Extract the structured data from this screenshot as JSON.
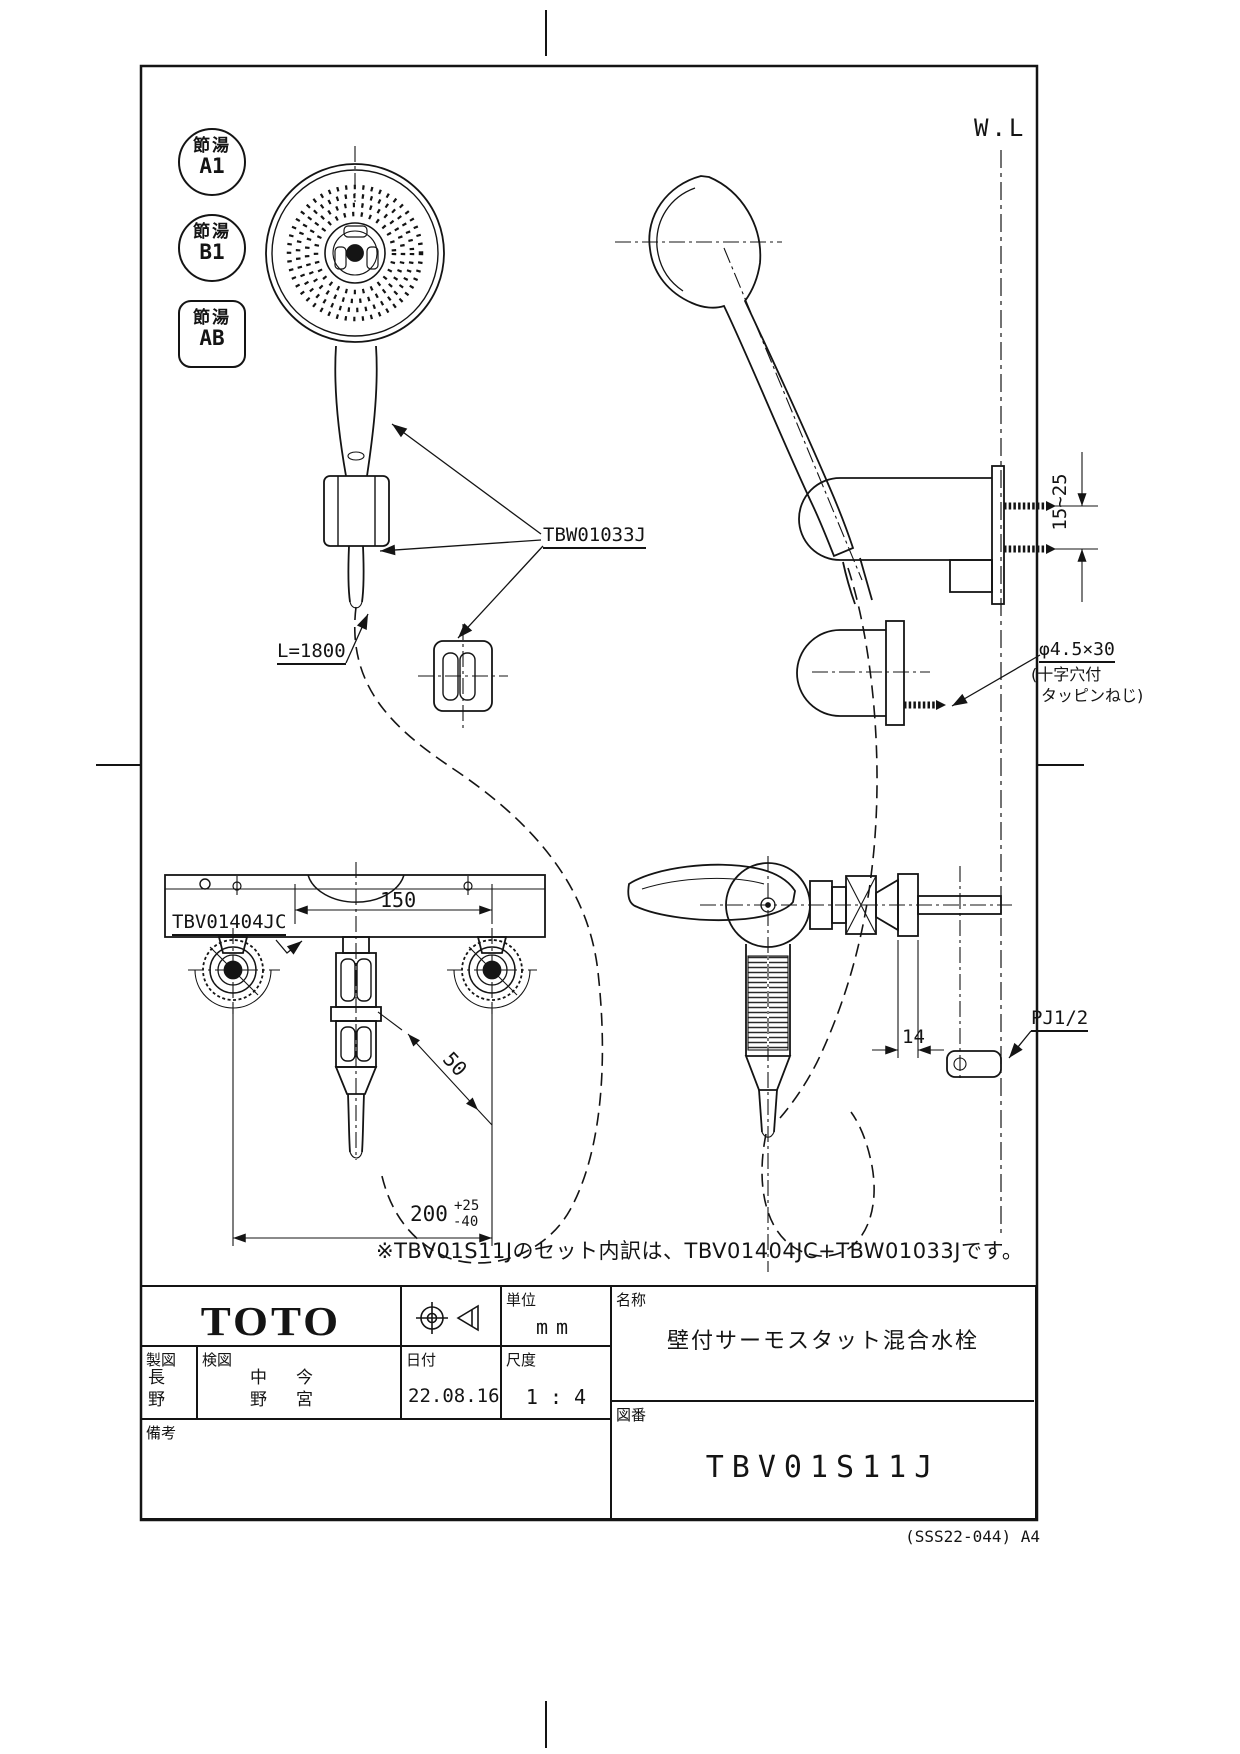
{
  "sheet": {
    "wall_line": "W.L",
    "code": "(SSS22-044) A4",
    "note": "※TBV01S11Jのセット内訳は、TBV01404JC+TBW01033Jです。"
  },
  "badges": [
    {
      "top": "節湯",
      "bottom": "A1"
    },
    {
      "top": "節湯",
      "bottom": "B1"
    },
    {
      "top": "節湯",
      "bottom": "AB"
    }
  ],
  "labels": {
    "hand_shower_set": "TBW01033J",
    "hose_length": "L=1800",
    "valve_unit": "TBV01404JC",
    "screw_size": "φ4.5×30",
    "screw_note_line1": "(十字穴付",
    "screw_note_line2": "タッピンねじ)",
    "thread_type": "PJ1/2"
  },
  "dimensions": {
    "screw_depth": "15~25",
    "outlet_to_right": "150",
    "drop_offset": "50",
    "inlet_pitch": "200",
    "pitch_tol_upper": "+25",
    "pitch_tol_lower": "-40",
    "flange_depth": "14"
  },
  "title_block": {
    "brand": "TOTO",
    "unit_label": "単位",
    "unit_value": "mm",
    "name_label": "名称",
    "product_name": "壁付サーモスタット混合水栓",
    "drafter_label": "製図",
    "drafter": "長野",
    "checker_label": "検図",
    "checker_1": "中野",
    "checker_2": "今宮",
    "date_label": "日付",
    "date": "22.08.16",
    "scale_label": "尺度",
    "scale": "1 : 4",
    "drawing_no_label": "図番",
    "drawing_no": "TBV01S11J",
    "remarks_label": "備考"
  }
}
